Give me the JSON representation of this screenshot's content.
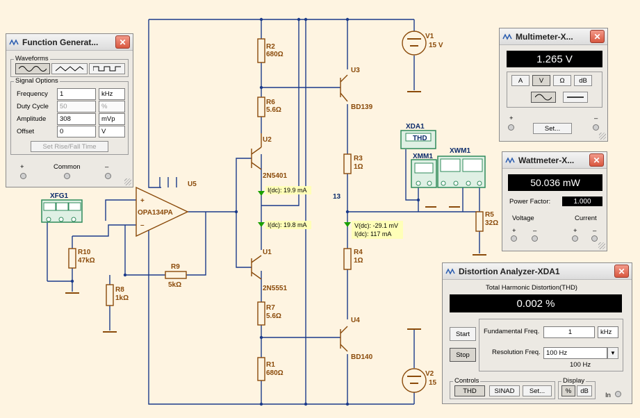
{
  "schematic": {
    "components": {
      "r2": {
        "name": "R2",
        "value": "680Ω"
      },
      "r6": {
        "name": "R6",
        "value": "5.6Ω"
      },
      "u2": {
        "name": "U2",
        "part": "2N5401"
      },
      "u1": {
        "name": "U1",
        "part": "2N5551"
      },
      "r7": {
        "name": "R7",
        "value": "5.6Ω"
      },
      "r1": {
        "name": "R1",
        "value": "680Ω"
      },
      "u3": {
        "name": "U3",
        "part": "BD139"
      },
      "u4": {
        "name": "U4",
        "part": "BD140"
      },
      "r3": {
        "name": "R3",
        "value": "1Ω"
      },
      "r4": {
        "name": "R4",
        "value": "1Ω"
      },
      "r5": {
        "name": "R5",
        "value": "32Ω"
      },
      "u5": {
        "name": "U5",
        "part": "OPA134PA"
      },
      "r10": {
        "name": "R10",
        "value": "47kΩ"
      },
      "r8": {
        "name": "R8",
        "value": "1kΩ"
      },
      "r9": {
        "name": "R9",
        "value": "5kΩ"
      },
      "v1": {
        "name": "V1",
        "value": "15 V"
      },
      "v2": {
        "name": "V2",
        "value": "15"
      },
      "xfg1": {
        "name": "XFG1"
      },
      "xda1": {
        "name": "XDA1",
        "thd": "THD"
      },
      "xmm1": {
        "name": "XMM1"
      },
      "xwm1": {
        "name": "XWM1"
      },
      "node13": "13"
    },
    "probes": {
      "p1": "I(dc): 19.9 mA",
      "p2": "I(dc): 19.8 mA",
      "p3a": "V(dc): -29.1 mV",
      "p3b": "I(dc): 117 mA"
    }
  },
  "function_generator": {
    "title": "Function Generat...",
    "waveforms_label": "Waveforms",
    "signal_options_label": "Signal Options",
    "rows": [
      {
        "label": "Frequency",
        "value": "1",
        "unit": "kHz",
        "disabled": false
      },
      {
        "label": "Duty Cycle",
        "value": "50",
        "unit": "%",
        "disabled": true
      },
      {
        "label": "Amplitude",
        "value": "308",
        "unit": "mVp",
        "disabled": false
      },
      {
        "label": "Offset",
        "value": "0",
        "unit": "V",
        "disabled": false
      }
    ],
    "rise_fall_button": "Set Rise/Fall Time",
    "terminal_plus": "+",
    "terminal_common": "Common",
    "terminal_minus": "–"
  },
  "multimeter": {
    "title": "Multimeter-X...",
    "reading": "1.265 V",
    "mode_buttons": [
      "A",
      "V",
      "Ω",
      "dB"
    ],
    "selected_mode": "V",
    "set_button": "Set...",
    "terminal_plus": "+",
    "terminal_minus": "–"
  },
  "wattmeter": {
    "title": "Wattmeter-X...",
    "reading": "50.036 mW",
    "power_factor_label": "Power Factor:",
    "power_factor_value": "1.000",
    "voltage_label": "Voltage",
    "current_label": "Current",
    "term_labels": [
      "+",
      "–",
      "+",
      "–"
    ]
  },
  "distortion_analyzer": {
    "title": "Distortion Analyzer-XDA1",
    "thd_label": "Total Harmonic Distortion(THD)",
    "reading": "0.002 %",
    "start_button": "Start",
    "stop_button": "Stop",
    "fundamental_label": "Fundamental Freq.",
    "fundamental_value": "1",
    "fundamental_unit": "kHz",
    "resolution_label": "Resolution Freq.",
    "resolution_value": "100 Hz",
    "resolution_note": "100 Hz",
    "controls_label": "Controls",
    "controls_buttons": [
      "THD",
      "SINAD",
      "Set..."
    ],
    "display_label": "Display",
    "display_buttons": [
      "%",
      "dB"
    ],
    "in_label": "In"
  },
  "colors": {
    "canvas": "#fef4e1",
    "wire": "#1a3a8a",
    "component": "#8a4a0a",
    "instrument": "#2d8a5a",
    "probe_bg": "#ffffb8",
    "probe_arrow": "#1aa000"
  }
}
